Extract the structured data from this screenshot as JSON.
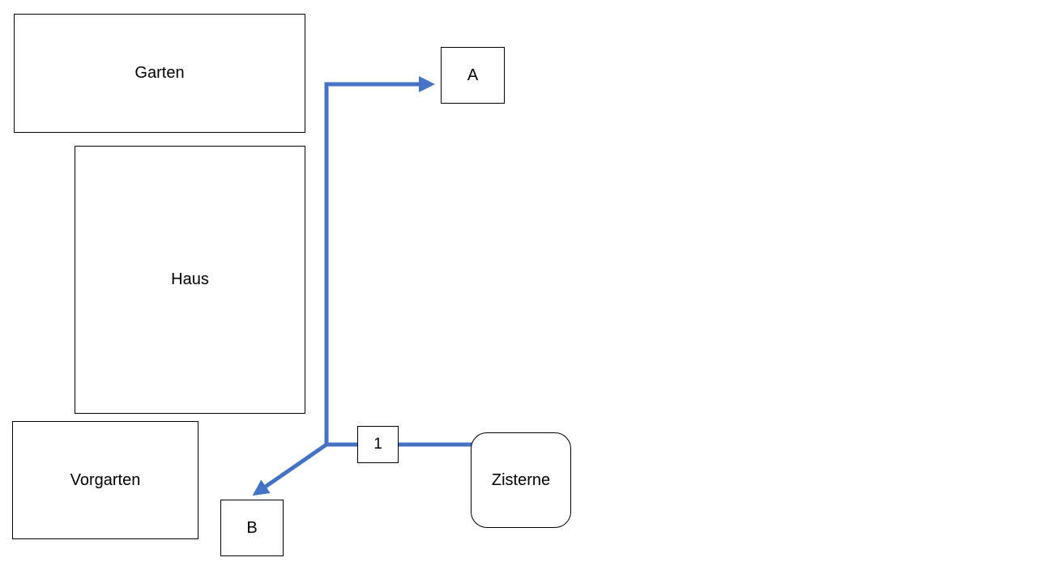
{
  "areas": {
    "garten": "Garten",
    "haus": "Haus",
    "vorgarten": "Vorgarten"
  },
  "nodes": {
    "a": "A",
    "b": "B",
    "valve": "1",
    "zisterne": "Zisterne"
  },
  "colors": {
    "pipe": "#4472C4",
    "outline": "#000000",
    "background": "#FFFFFF"
  }
}
